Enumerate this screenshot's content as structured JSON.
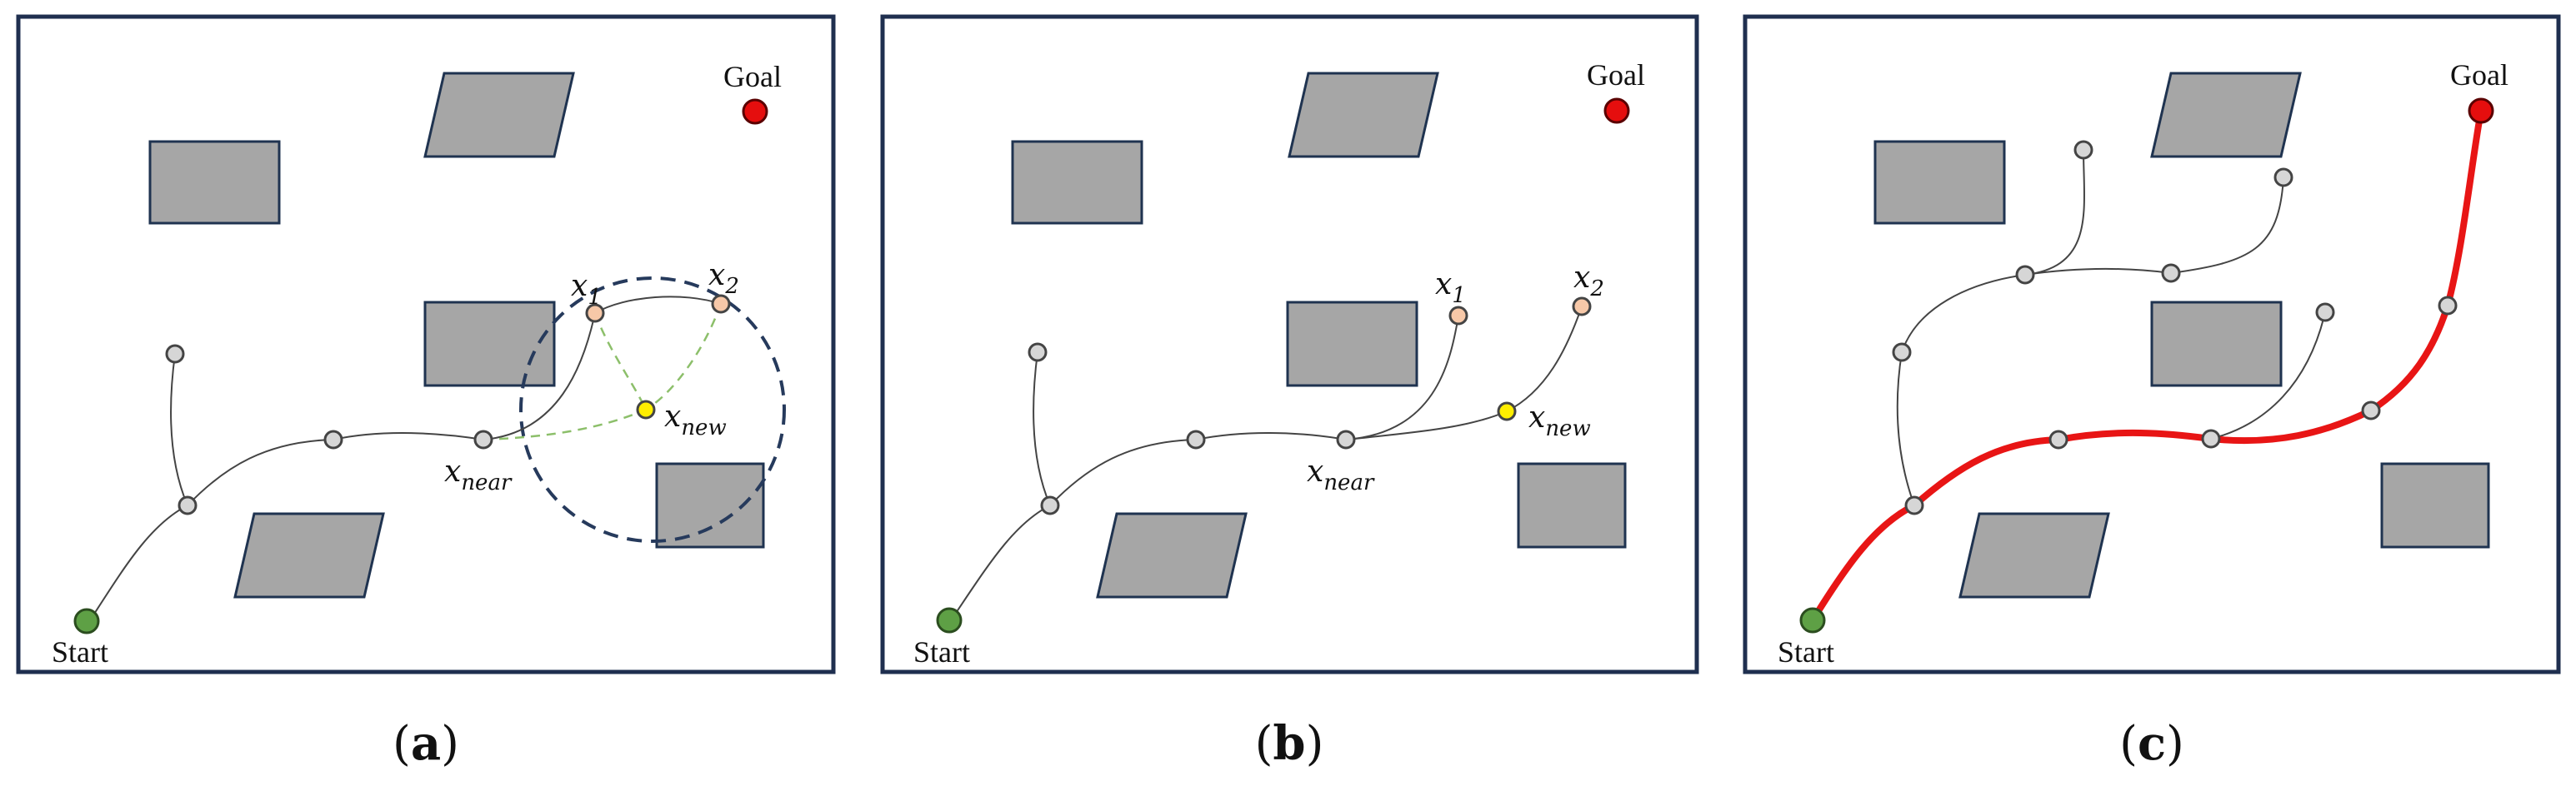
{
  "panels": [
    {
      "caption": "a",
      "start_label": "Start",
      "goal_label": "Goal",
      "x1_base": "x",
      "x1_sub": "1",
      "x2_base": "x",
      "x2_sub": "2",
      "xnew_base": "x",
      "xnew_sub": "new",
      "xnear_base": "x",
      "xnear_sub": "near"
    },
    {
      "caption": "b",
      "start_label": "Start",
      "goal_label": "Goal",
      "x1_base": "x",
      "x1_sub": "1",
      "x2_base": "x",
      "x2_sub": "2",
      "xnew_base": "x",
      "xnew_sub": "new",
      "xnear_base": "x",
      "xnear_sub": "near"
    },
    {
      "caption": "c",
      "start_label": "Start",
      "goal_label": "Goal"
    }
  ],
  "colors": {
    "start": "#5ea045",
    "goal": "#e50e0e",
    "new_node": "#ffee00",
    "candidate_node": "#f7c8a8",
    "final_path": "#e81515",
    "rewire_edge": "#8cbf6a"
  }
}
